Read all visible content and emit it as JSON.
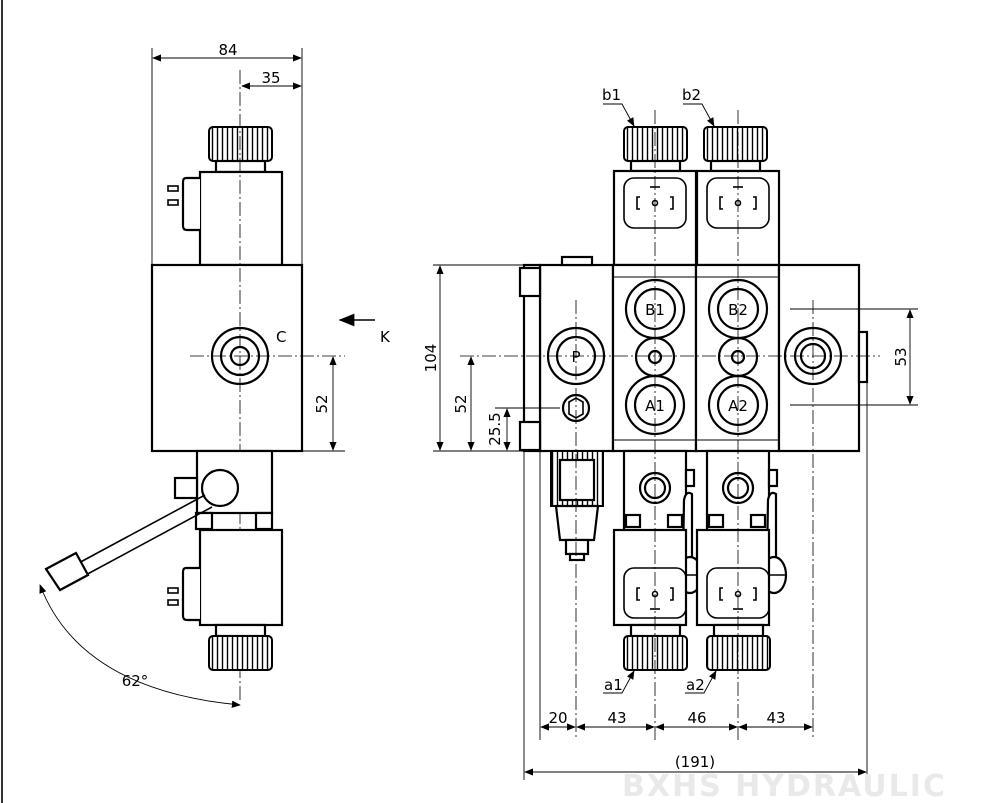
{
  "dimensions": {
    "width_total": "84",
    "offset_35": "35",
    "height_52_side": "52",
    "height_104": "104",
    "height_52": "52",
    "height_25_5": "25.5",
    "height_53": "53",
    "span_20": "20",
    "span_43_a": "43",
    "span_46": "46",
    "span_43_b": "43",
    "total_191": "(191)",
    "angle": "62°"
  },
  "labels": {
    "view_c": "C",
    "view_k": "K",
    "port_p": "P",
    "port_b1": "B1",
    "port_b2": "B2",
    "port_a1": "A1",
    "port_a2": "A2",
    "sol_b1": "b1",
    "sol_b2": "b2",
    "sol_a1": "a1",
    "sol_a2": "a2"
  },
  "watermark": "BXHS HYDRAULIC"
}
